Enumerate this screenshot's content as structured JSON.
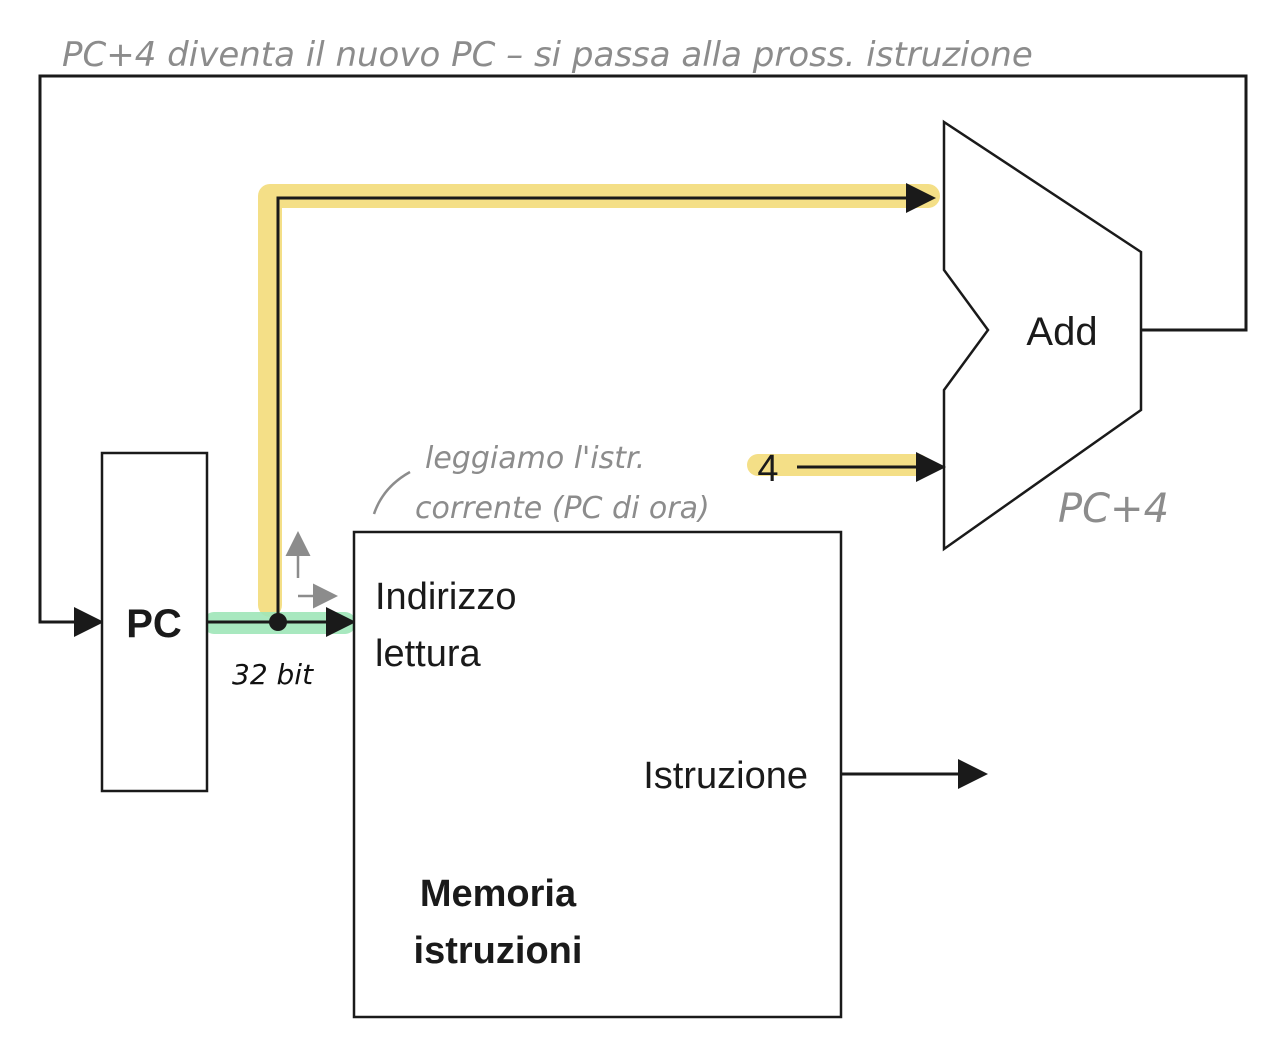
{
  "diagram": {
    "pc_label": "PC",
    "memory": {
      "read_address_line1": "Indirizzo",
      "read_address_line2": "lettura",
      "instruction_output": "Istruzione",
      "title_line1": "Memoria",
      "title_line2": "istruzioni"
    },
    "adder": {
      "label": "Add",
      "constant_input": "4"
    }
  },
  "annotations": {
    "top_note": "PC+4 diventa il nuovo PC – si passa alla pross. istruzione",
    "read_note_line1": "leggiamo l'istr.",
    "read_note_line2": "corrente (PC di ora)",
    "adder_note": "PC+4",
    "bus_width": "32 bit"
  },
  "colors": {
    "highlight_yellow": "#f3dc7a",
    "highlight_green": "#9fe6b8",
    "line": "#1a1a1a",
    "handwriting_grey": "#8c8c8c"
  }
}
